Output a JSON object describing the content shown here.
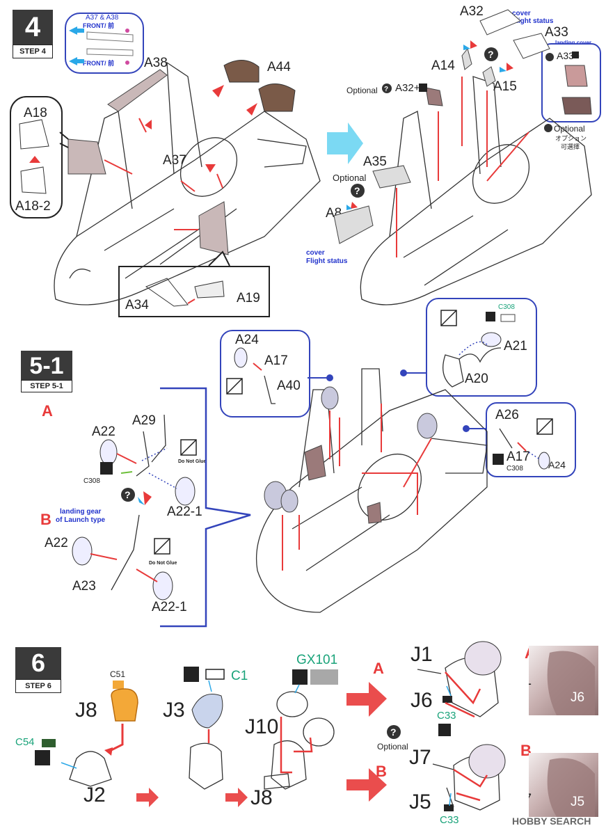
{
  "step4": {
    "number": "4",
    "label": "STEP 4",
    "front_note_parts": "A37 & A38",
    "front_label_1": "FRONT/ 前",
    "front_label_2": "FRONT/ 前",
    "parts": {
      "a38": "A38",
      "a44": "A44",
      "a18": "A18",
      "a18_2": "A18-2",
      "a37": "A37",
      "a34": "A34",
      "a19": "A19",
      "a32": "A32",
      "a33": "A33",
      "a14": "A14",
      "a15": "A15",
      "a32_plus": "A32+",
      "a33_plus": "A33+",
      "a35": "A35",
      "a8": "A8"
    },
    "cover_flight_status_1": "cover",
    "cover_flight_status_1b": "Flight status",
    "landing_cover": "landing cover",
    "cover_flight_status_2": "cover",
    "cover_flight_status_2b": "Flight status",
    "optional_1": "Optional",
    "optional_2": "Optional",
    "optional_3": "Optional",
    "optional_jp": "オプション",
    "optional_cn": "可選擇"
  },
  "step51": {
    "number": "5-1",
    "label": "STEP 5-1",
    "variant_a": "A",
    "variant_b": "B",
    "launch_note_1": "landing gear",
    "launch_note_2": "of Launch type",
    "do_not_glue_1": "Do Not Glue",
    "do_not_glue_2": "Do Not Glue",
    "parts": {
      "a22": "A22",
      "a29": "A29",
      "a22_1": "A22-1",
      "c308": "C308",
      "a22b": "A22",
      "a23": "A23",
      "a22_1b": "A22-1",
      "a24": "A24",
      "a17": "A17",
      "a40": "A40",
      "c308b": "C308",
      "a21": "A21",
      "a20": "A20",
      "a26": "A26",
      "a17b": "A17",
      "c308c": "C308",
      "a24b": "A24"
    }
  },
  "step6": {
    "number": "6",
    "label": "STEP 6",
    "c51": "C51",
    "j8": "J8",
    "c54": "C54",
    "j2": "J2",
    "c1": "C1",
    "j3": "J3",
    "gx101": "GX101",
    "j10": "J10",
    "j8b": "J8",
    "variant_a": "A",
    "variant_b": "B",
    "j1": "J1",
    "j6": "J6",
    "c33": "C33",
    "optional": "Optional",
    "j7": "J7",
    "j5": "J5",
    "c33b": "C33",
    "photo_a_j1": "J1",
    "photo_a_j6": "J6",
    "photo_b_j7": "J7",
    "photo_b_j5": "J5"
  },
  "watermark": "HOBBY SEARCH",
  "colors": {
    "accent_blue": "#3344bb",
    "highlight_red": "#e83a3a",
    "step_dark": "#3a3a3a",
    "green_paint": "#1aa37a",
    "paint_orange": "#f3a838",
    "paint_dark_green": "#2e5e2e",
    "paint_grey": "#a8a8a8"
  }
}
